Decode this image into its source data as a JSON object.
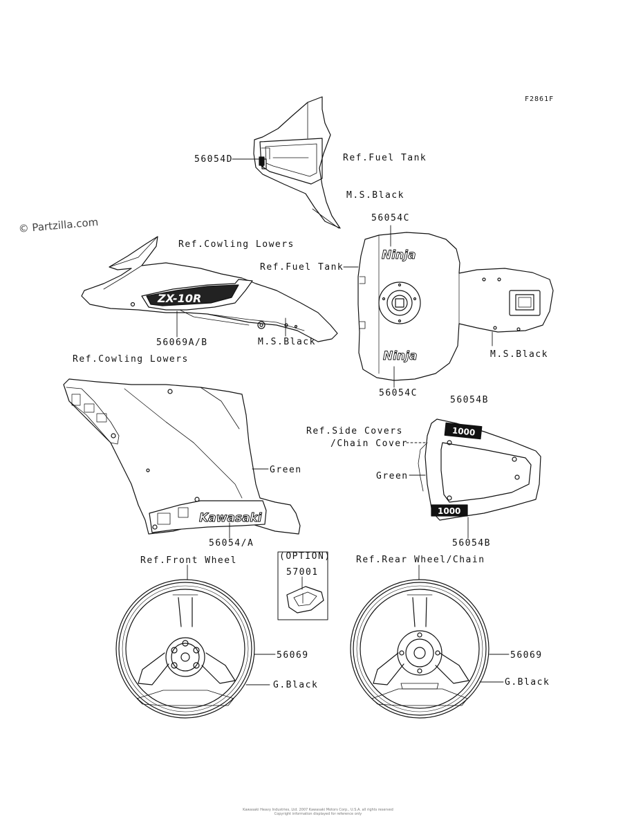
{
  "figure_code": "F2861F",
  "watermark": "© Partzilla.com",
  "labels": {
    "tail_part": "56054D",
    "tail_ref_fuel_tank": "Ref.Fuel Tank",
    "tail_ms_black": "M.S.Black",
    "cowl_ref_lowers_top": "Ref.Cowling Lowers",
    "cowl_part": "56069A/B",
    "cowl_ms_black": "M.S.Black",
    "cowl_ref_lowers_bottom": "Ref.Cowling Lowers",
    "tank_part_top": "56054C",
    "tank_ref_fuel_tank": "Ref.Fuel Tank",
    "tank_ms_black": "M.S.Black",
    "tank_part_bottom": "56054C",
    "side_cover_part_top": "56054B",
    "side_ref_covers_1": "Ref.Side Covers",
    "side_ref_covers_2": "/Chain Cover",
    "side_green": "Green",
    "side_cover_part_bottom": "56054B",
    "fairing_green": "Green",
    "fairing_part": "56054/A",
    "option_header": "(OPTION)",
    "option_part": "57001",
    "front_wheel_ref": "Ref.Front Wheel",
    "front_wheel_part": "56069",
    "front_wheel_color": "G.Black",
    "rear_wheel_ref": "Ref.Rear Wheel/Chain",
    "rear_wheel_part": "56069",
    "rear_wheel_color": "G.Black"
  },
  "decal_text": {
    "ninja": "Ninja",
    "zx10r": "ZX-10R",
    "kawasaki": "Kawasaki",
    "side_cover_model": "1000"
  },
  "footer": [
    "Kawasaki Heavy Industries, Ltd. 2007 Kawasaki Motors Corp., U.S.A. all rights reserved",
    "Copyright information displayed for reference only"
  ],
  "colors": {
    "ink": "#111111",
    "paper": "#ffffff"
  }
}
